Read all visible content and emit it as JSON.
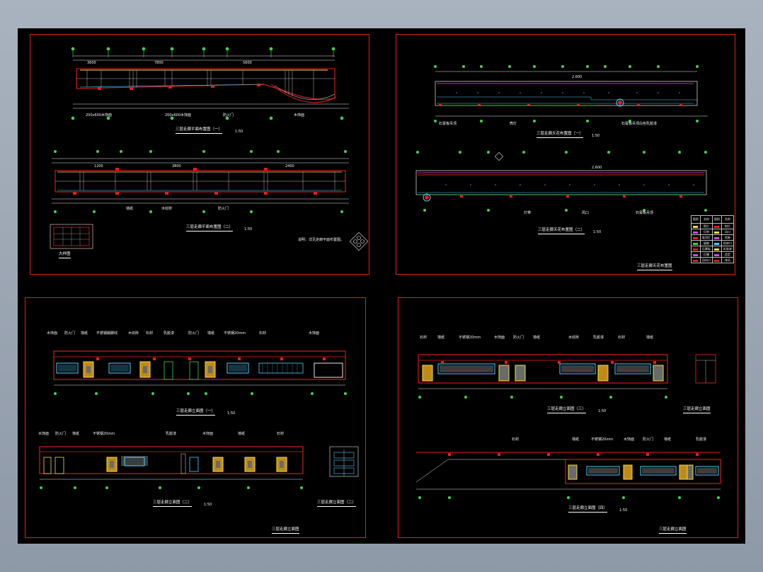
{
  "viewer": {
    "background": "#9aa4b1",
    "paper": "#000000",
    "frame_color": "#e0201c"
  },
  "sheets": {
    "plan": {
      "title_a": "三层走廊平面布置图（一）",
      "title_b": "三层走廊平面布置图（二）",
      "scale": "1:50",
      "detail_title": "大样图",
      "note": "说明：详见走廊平面布置图。",
      "callouts": [
        "200x600木饰面",
        "200x600木饰面",
        "防火门",
        "木饰面",
        "墙纸",
        "木纹砖",
        "防火门"
      ],
      "dims": [
        "3600",
        "7800",
        "5600",
        "1200",
        "3800",
        "2400"
      ]
    },
    "ceiling": {
      "title_a": "三层走廊天花布置图（一）",
      "title_b": "三层走廊天花布置图（二）",
      "sheet_title": "三层走廊天花布置图",
      "scale": "1:50",
      "level": "2.600",
      "callouts": [
        "石膏板吊顶",
        "筒灯",
        "石膏板吊顶白色乳胶漆",
        "灯带",
        "风口"
      ],
      "legend_header": [
        "图例",
        "名称",
        "图例",
        "名称"
      ],
      "legend_rows": [
        [
          "筒灯",
          "射灯"
        ],
        [
          "灯带",
          "风口"
        ],
        [
          "吸顶灯",
          "喷淋"
        ],
        [
          "烟感",
          "检修口"
        ],
        [
          "石膏板",
          "乳胶漆"
        ],
        [
          "灯槽",
          "造型"
        ],
        [
          "回风口",
          "排风"
        ]
      ]
    },
    "elev_left": {
      "title_a": "三层走廊立面图（一）",
      "title_b": "三层走廊立面图（二）",
      "sheet_title": "三层走廊立面图",
      "scale": "1:50",
      "callouts": [
        "木饰面",
        "防火门",
        "墙纸",
        "不锈钢踢脚线",
        "木纹砖",
        "石材",
        "乳胶漆",
        "防火门",
        "墙纸",
        "不锈钢20mm",
        "石材",
        "木饰面"
      ],
      "callouts_b": [
        "木饰面",
        "防火门",
        "墙纸",
        "不锈钢20mm",
        "乳胶漆",
        "木饰面",
        "墙纸",
        "石材"
      ]
    },
    "elev_right": {
      "title_a": "三层走廊立面图（三）",
      "title_b": "三层走廊立面图（四）",
      "title_c": "三层走廊立面图",
      "sheet_title": "三层走廊立面图",
      "scale": "1:50",
      "callouts": [
        "石材",
        "墙纸",
        "不锈钢20mm",
        "木饰面",
        "防火门",
        "墙纸",
        "木纹砖",
        "乳胶漆",
        "石材",
        "墙纸"
      ],
      "callouts_b": [
        "石材",
        "墙纸",
        "不锈钢20mm",
        "木饰面",
        "防火门",
        "墙纸",
        "乳胶漆"
      ]
    }
  }
}
